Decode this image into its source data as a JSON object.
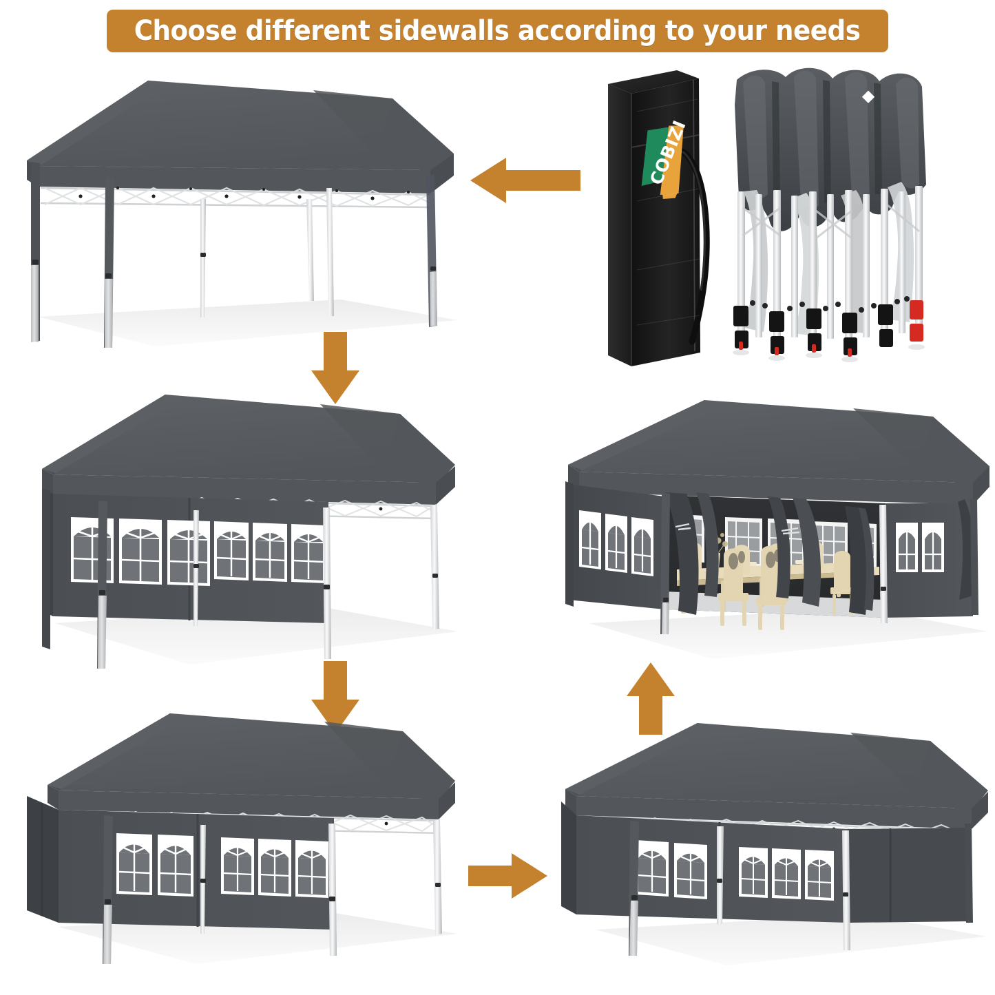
{
  "header": {
    "title": "Choose different sidewalls according to your needs",
    "bar_color": "#c4822e",
    "text_color": "#ffffff"
  },
  "palette": {
    "accent_orange": "#c4822e",
    "canopy_top": "#585c60",
    "canopy_top_light": "#63676b",
    "canopy_top_dark": "#4a4e52",
    "valance": "#53575b",
    "sidewall": "#4e5256",
    "sidewall_shadow": "#45484c",
    "window_frame": "#ffffff",
    "window_glass": "#6d7175",
    "frame_metal": "#e8e9ea",
    "frame_metal_dark": "#b9bcbe",
    "ground_shadow": "#f0f0f0",
    "bag_black": "#1b1b1b",
    "logo_green": "#1f8a5c",
    "logo_orange": "#e8a33a",
    "furniture_cream": "#e3d3b0",
    "interior_dark": "#2a2c2e",
    "leg_red": "#d42a22",
    "leg_black": "#1e1e1e",
    "background": "#ffffff"
  },
  "items": [
    {
      "id": "canopy-no-sidewalls",
      "name": "Canopy frame with roof only, no sidewalls",
      "sidewall_count": 0,
      "position": "top-left"
    },
    {
      "id": "packed-carry-bag-and-folded-frame",
      "name": "Packed carry bag and folded canopy frame",
      "bag_logo_text": "COBIZI",
      "position": "top-right"
    },
    {
      "id": "canopy-one-sidewall",
      "name": "Canopy with one long sidewall with windows",
      "sidewall_count": 1,
      "window_panels": 2,
      "windows_per_panel": 3,
      "position": "middle-left"
    },
    {
      "id": "canopy-four-sidewalls-furnished",
      "name": "Fully enclosed canopy with four sidewalls, curtains tied open, furnished with dining tables and chairs",
      "sidewall_count": 4,
      "position": "middle-right"
    },
    {
      "id": "canopy-two-sidewalls",
      "name": "Canopy with two sidewalls: long back wall with windows plus one end wall",
      "sidewall_count": 2,
      "window_panels": 2,
      "windows_per_panel": 3,
      "position": "bottom-left"
    },
    {
      "id": "canopy-three-sidewalls",
      "name": "Canopy with three sidewalls: back wall with windows plus two end walls",
      "sidewall_count": 3,
      "window_panels": 2,
      "windows_per_panel": 3,
      "position": "bottom-right"
    }
  ],
  "arrows": [
    {
      "id": "arrow-top-left",
      "direction": "left",
      "label": "from packed set to assembled canopy"
    },
    {
      "id": "arrow-upper-down",
      "direction": "down",
      "label": "add one sidewall"
    },
    {
      "id": "arrow-lower-down",
      "direction": "down",
      "label": "add second sidewall"
    },
    {
      "id": "arrow-bottom-right",
      "direction": "right",
      "label": "add third sidewall"
    },
    {
      "id": "arrow-right-up",
      "direction": "up",
      "label": "add fourth sidewall"
    }
  ]
}
